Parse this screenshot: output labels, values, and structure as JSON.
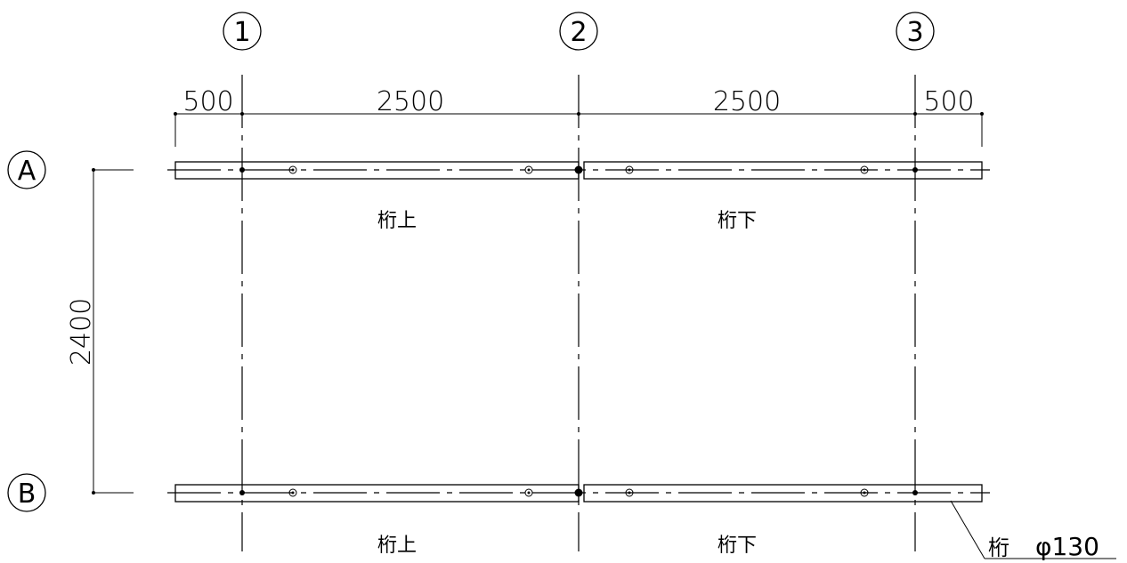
{
  "grid": {
    "columns": [
      "1",
      "2",
      "3"
    ],
    "rows": [
      "A",
      "B"
    ]
  },
  "dimensions": {
    "horizontal": [
      "500",
      "2500",
      "2500",
      "500"
    ],
    "vertical": "2400"
  },
  "beam_labels": {
    "row_a": [
      "桁上",
      "桁下"
    ],
    "row_b": [
      "桁上",
      "桁下"
    ]
  },
  "callout": {
    "member": "桁",
    "size": "φ130"
  }
}
